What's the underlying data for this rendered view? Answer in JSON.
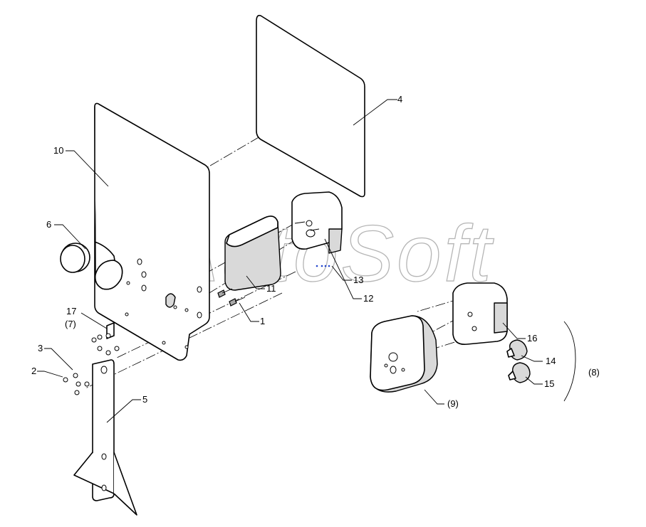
{
  "watermark": "AutoSoft",
  "callouts": [
    {
      "id": "c1",
      "text": "1"
    },
    {
      "id": "c2",
      "text": "2"
    },
    {
      "id": "c3",
      "text": "3"
    },
    {
      "id": "c4",
      "text": "4"
    },
    {
      "id": "c5",
      "text": "5"
    },
    {
      "id": "c6",
      "text": "6"
    },
    {
      "id": "c7",
      "text": "(7)"
    },
    {
      "id": "c8",
      "text": "(8)"
    },
    {
      "id": "c9",
      "text": "(9)"
    },
    {
      "id": "c10",
      "text": "10"
    },
    {
      "id": "c11",
      "text": "11"
    },
    {
      "id": "c12",
      "text": "12"
    },
    {
      "id": "c13",
      "text": "13"
    },
    {
      "id": "c14",
      "text": "14"
    },
    {
      "id": "c15",
      "text": "15"
    },
    {
      "id": "c16",
      "text": "16"
    },
    {
      "id": "c17",
      "text": "17"
    }
  ]
}
